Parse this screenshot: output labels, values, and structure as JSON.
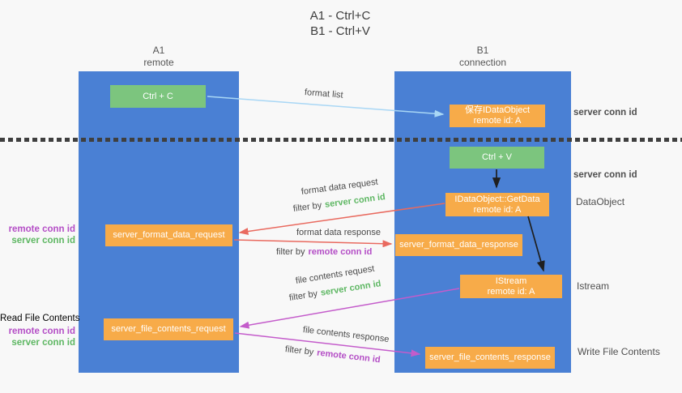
{
  "title": {
    "line1": "A1 - Ctrl+C",
    "line2": "B1 - Ctrl+V"
  },
  "lanes": {
    "left": {
      "name": "A1",
      "role": "remote"
    },
    "right": {
      "name": "B1",
      "role": "connection"
    }
  },
  "nodes": {
    "ctrl_c": {
      "label": "Ctrl + C"
    },
    "save_idataobject": {
      "line1": "保存IDataObject",
      "line2": "remote id: A"
    },
    "ctrl_v": {
      "label": "Ctrl + V"
    },
    "getdata": {
      "line1": "IDataObject::GetData",
      "line2": "remote id: A"
    },
    "format_request": {
      "label": "server_format_data_request"
    },
    "format_response": {
      "label": "server_format_data_response"
    },
    "istream": {
      "line1": "IStream",
      "line2": "remote id: A"
    },
    "file_request": {
      "label": "server_file_contents_request"
    },
    "file_response": {
      "label": "server_file_contents_response"
    }
  },
  "labels": {
    "format_list": "format list",
    "format_data_request": "format data request",
    "format_data_response": "format data response",
    "file_contents_request": "file contents request",
    "file_contents_response": "file contents response",
    "filter_by": "filter by",
    "server_conn_id": "server conn id",
    "remote_conn_id": "remote conn id",
    "dataobject": "DataObject",
    "istream": "Istream",
    "read_file_contents": "Read File Contents",
    "write_file_contents": "Write File Contents"
  },
  "colors": {
    "lane_blue": "#4a80d4",
    "node_orange": "#f7ab49",
    "node_green": "#7cc57e",
    "accent_green": "#5eb763",
    "accent_purple": "#b44ec6",
    "arrow_red": "#e96a5f",
    "arrow_magenta": "#c45ccb",
    "arrow_light_blue": "#a9d7f5",
    "arrow_black": "#1f1f1f",
    "divider_dark": "#3f3f3f"
  },
  "edges": [
    {
      "from": "ctrl_c",
      "to": "save_idataobject",
      "label": "format list",
      "color": "#a9d7f5"
    },
    {
      "from": "ctrl_v",
      "to": "getdata",
      "label": "",
      "color": "#1f1f1f"
    },
    {
      "from": "getdata",
      "to": "format_request",
      "label": "format data request / filter by server conn id",
      "color": "#e96a5f"
    },
    {
      "from": "format_request",
      "to": "format_response",
      "label": "format data response / filter by remote conn id",
      "color": "#e96a5f"
    },
    {
      "from": "getdata",
      "to": "istream",
      "label": "",
      "color": "#1f1f1f"
    },
    {
      "from": "istream",
      "to": "file_request",
      "label": "file contents request / filter by server conn id",
      "color": "#c45ccb"
    },
    {
      "from": "file_request",
      "to": "file_response",
      "label": "file contents response / filter by remote conn id",
      "color": "#c45ccb"
    }
  ]
}
